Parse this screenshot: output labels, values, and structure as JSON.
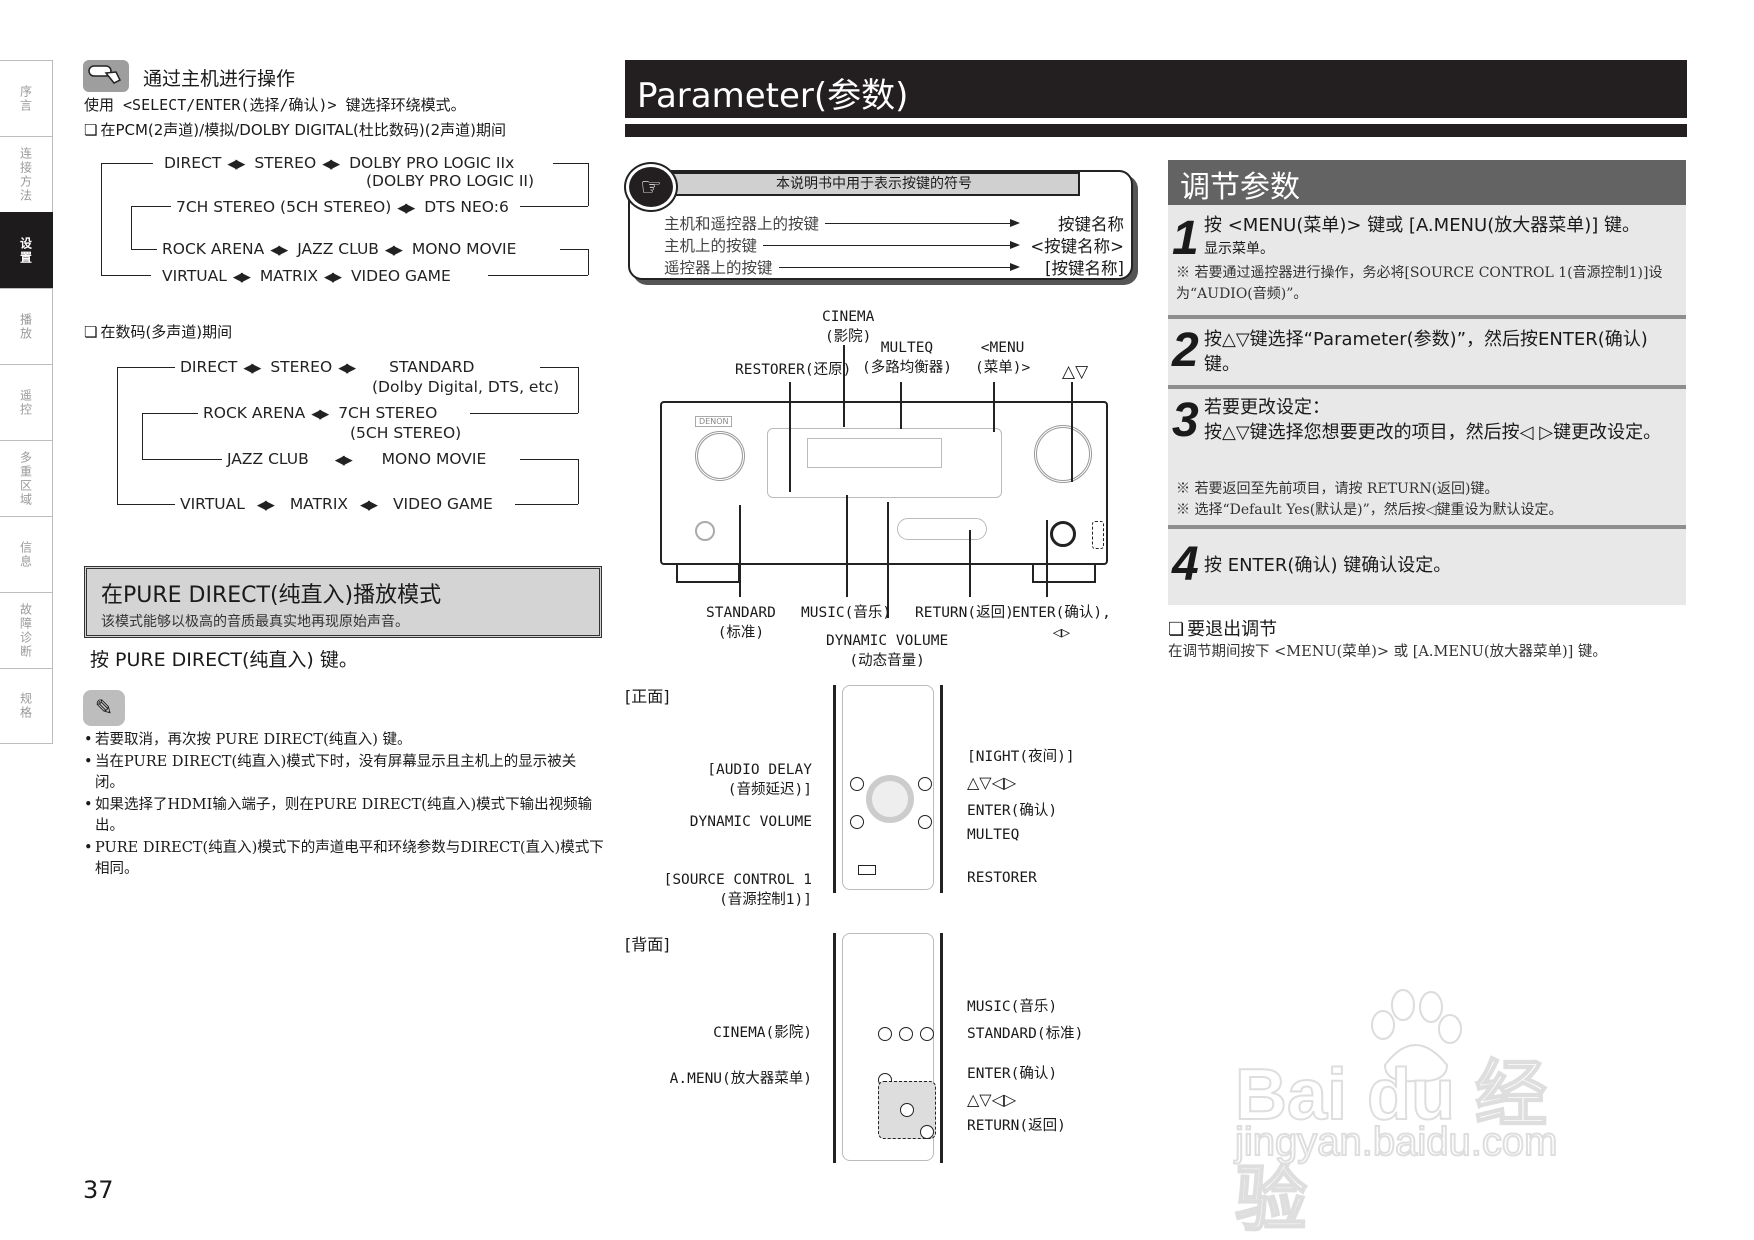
{
  "sidebar": {
    "items": [
      {
        "label": "序言",
        "active": false
      },
      {
        "label": "连接方法",
        "active": false
      },
      {
        "label": "设置",
        "active": true
      },
      {
        "label": "播放",
        "active": false
      },
      {
        "label": "遥控",
        "active": false
      },
      {
        "label": "多重区域",
        "active": false
      },
      {
        "label": "信息",
        "active": false
      },
      {
        "label": "故障诊断",
        "active": false
      },
      {
        "label": "规格",
        "active": false
      }
    ]
  },
  "left": {
    "section_title": "通过主机进行操作",
    "section_icon": "hand-pressing-button-icon",
    "instruction": "使用 <SELECT/ENTER(选择/确认)> 键选择环绕模式。",
    "pcm_heading": "在PCM(2声道)/模拟/DOLBY DIGITAL(杜比数码)(2声道)期间",
    "pcm_flow": {
      "row1": [
        "DIRECT",
        "STEREO",
        "DOLBY PRO LOGIC IIx"
      ],
      "row1_sub": "(DOLBY PRO LOGIC II)",
      "row2": [
        "7CH STEREO (5CH STEREO)",
        "DTS NEO:6"
      ],
      "row3": [
        "ROCK ARENA",
        "JAZZ CLUB",
        "MONO MOVIE"
      ],
      "row4": [
        "VIRTUAL",
        "MATRIX",
        "VIDEO GAME"
      ]
    },
    "digital_heading": "在数码(多声道)期间",
    "digital_flow": {
      "row1": [
        "DIRECT",
        "STEREO",
        "STANDARD"
      ],
      "row1_sub": "(Dolby Digital, DTS, etc)",
      "row2": [
        "ROCK ARENA",
        "7CH STEREO"
      ],
      "row2_sub": "(5CH STEREO)",
      "row3": [
        "JAZZ CLUB",
        "MONO MOVIE"
      ],
      "row4": [
        "VIRTUAL",
        "MATRIX",
        "VIDEO GAME"
      ]
    },
    "pure_direct": {
      "title": "在PURE DIRECT(纯直入)播放模式",
      "subtitle": "该模式能够以极高的音质最真实地再现原始声音。",
      "action": "按 PURE DIRECT(纯直入) 键。"
    },
    "notes_icon": "pencil-icon",
    "notes": [
      "若要取消，再次按 PURE DIRECT(纯直入) 键。",
      "当在PURE  DIRECT(纯直入)模式下时，没有屏幕显示且主机上的显示被关闭。",
      "如果选择了HDMI输入端子，则在PURE  DIRECT(纯直入)模式下输出视频输出。",
      "PURE  DIRECT(纯直入)模式下的声道电平和环绕参数与DIRECT(直入)模式下相同。"
    ],
    "page_number": "37"
  },
  "middle": {
    "title": "Parameter(参数)",
    "legend": {
      "heading": "本说明书中用于表示按键的符号",
      "rows": [
        {
          "label": "主机和遥控器上的按键",
          "value": "按键名称"
        },
        {
          "label": "主机上的按键",
          "value": "<按键名称>"
        },
        {
          "label": "遥控器上的按键",
          "value": "[按键名称]"
        }
      ]
    },
    "receiver_callouts_top": {
      "cinema": "CINEMA\n(影院)",
      "cinema_l1": "CINEMA",
      "cinema_l2": "(影院)",
      "restorer": "RESTORER(还原)",
      "multeq_l1": "MULTEQ",
      "multeq_l2": "(多路均衡器)",
      "menu_l1": "<MENU",
      "menu_l2": "(菜单)>",
      "updown": "△▽"
    },
    "receiver_brand": "DENON",
    "receiver_callouts_bottom": {
      "standard_l1": "STANDARD",
      "standard_l2": "(标准)",
      "music": "MUSIC(音乐)",
      "dynvol_l1": "DYNAMIC VOLUME",
      "dynvol_l2": "(动态音量)",
      "return": "RETURN(返回)",
      "enter_l1": "ENTER(确认),",
      "enter_l2": "◁▷"
    },
    "front_label": "[正面]",
    "front_callouts": {
      "audio_delay_l1": "[AUDIO DELAY",
      "audio_delay_l2": "(音频延迟)]",
      "dynamic_volume": "DYNAMIC VOLUME",
      "source_l1": "[SOURCE CONTROL 1",
      "source_l2": "(音源控制1)]",
      "night": "[NIGHT(夜间)]",
      "arrows": "△▽◁▷",
      "enter": "ENTER(确认)",
      "multeq": "MULTEQ",
      "restorer": "RESTORER"
    },
    "back_label": "[背面]",
    "back_callouts": {
      "cinema": "CINEMA(影院)",
      "amenu": "A.MENU(放大器菜单)",
      "music": "MUSIC(音乐)",
      "standard": "STANDARD(标准)",
      "enter": "ENTER(确认)",
      "arrows": "△▽◁▷",
      "return": "RETURN(返回)"
    }
  },
  "right": {
    "heading": "调节参数",
    "steps": [
      {
        "num": "1",
        "text": "按 <MENU(菜单)> 键或 [A.MENU(放大器菜单)] 键。",
        "sub": "显示菜单。",
        "notes": [
          "※ 若要通过遥控器进行操作，务必将[SOURCE CONTROL 1(音源控制1)]设为“AUDIO(音频)”。"
        ]
      },
      {
        "num": "2",
        "text": "按△▽键选择“Parameter(参数)”，然后按ENTER(确认)键。",
        "notes": []
      },
      {
        "num": "3",
        "text": "若要更改设定：",
        "text2": "按△▽键选择您想要更改的项目，然后按◁ ▷键更改设定。",
        "notes": [
          "※ 若要返回至先前项目，请按 RETURN(返回)键。",
          "※ 选择“Default Yes(默认是)”，然后按◁键重设为默认设定。"
        ]
      },
      {
        "num": "4",
        "text": "按 ENTER(确认) 键确认设定。",
        "notes": []
      }
    ],
    "exit": {
      "title": "要退出调节",
      "text": "在调节期间按下 <MENU(菜单)> 或 [A.MENU(放大器菜单)] 键。"
    }
  },
  "watermark": {
    "logo_text": "Bai du 经验",
    "url": "jingyan.baidu.com"
  },
  "colors": {
    "header_dark": "#231f20",
    "adjust_header": "#636363",
    "step_bg": "#e8e8e8",
    "step_border": "#8e8e8e",
    "box_grey": "#d4d4d4"
  }
}
